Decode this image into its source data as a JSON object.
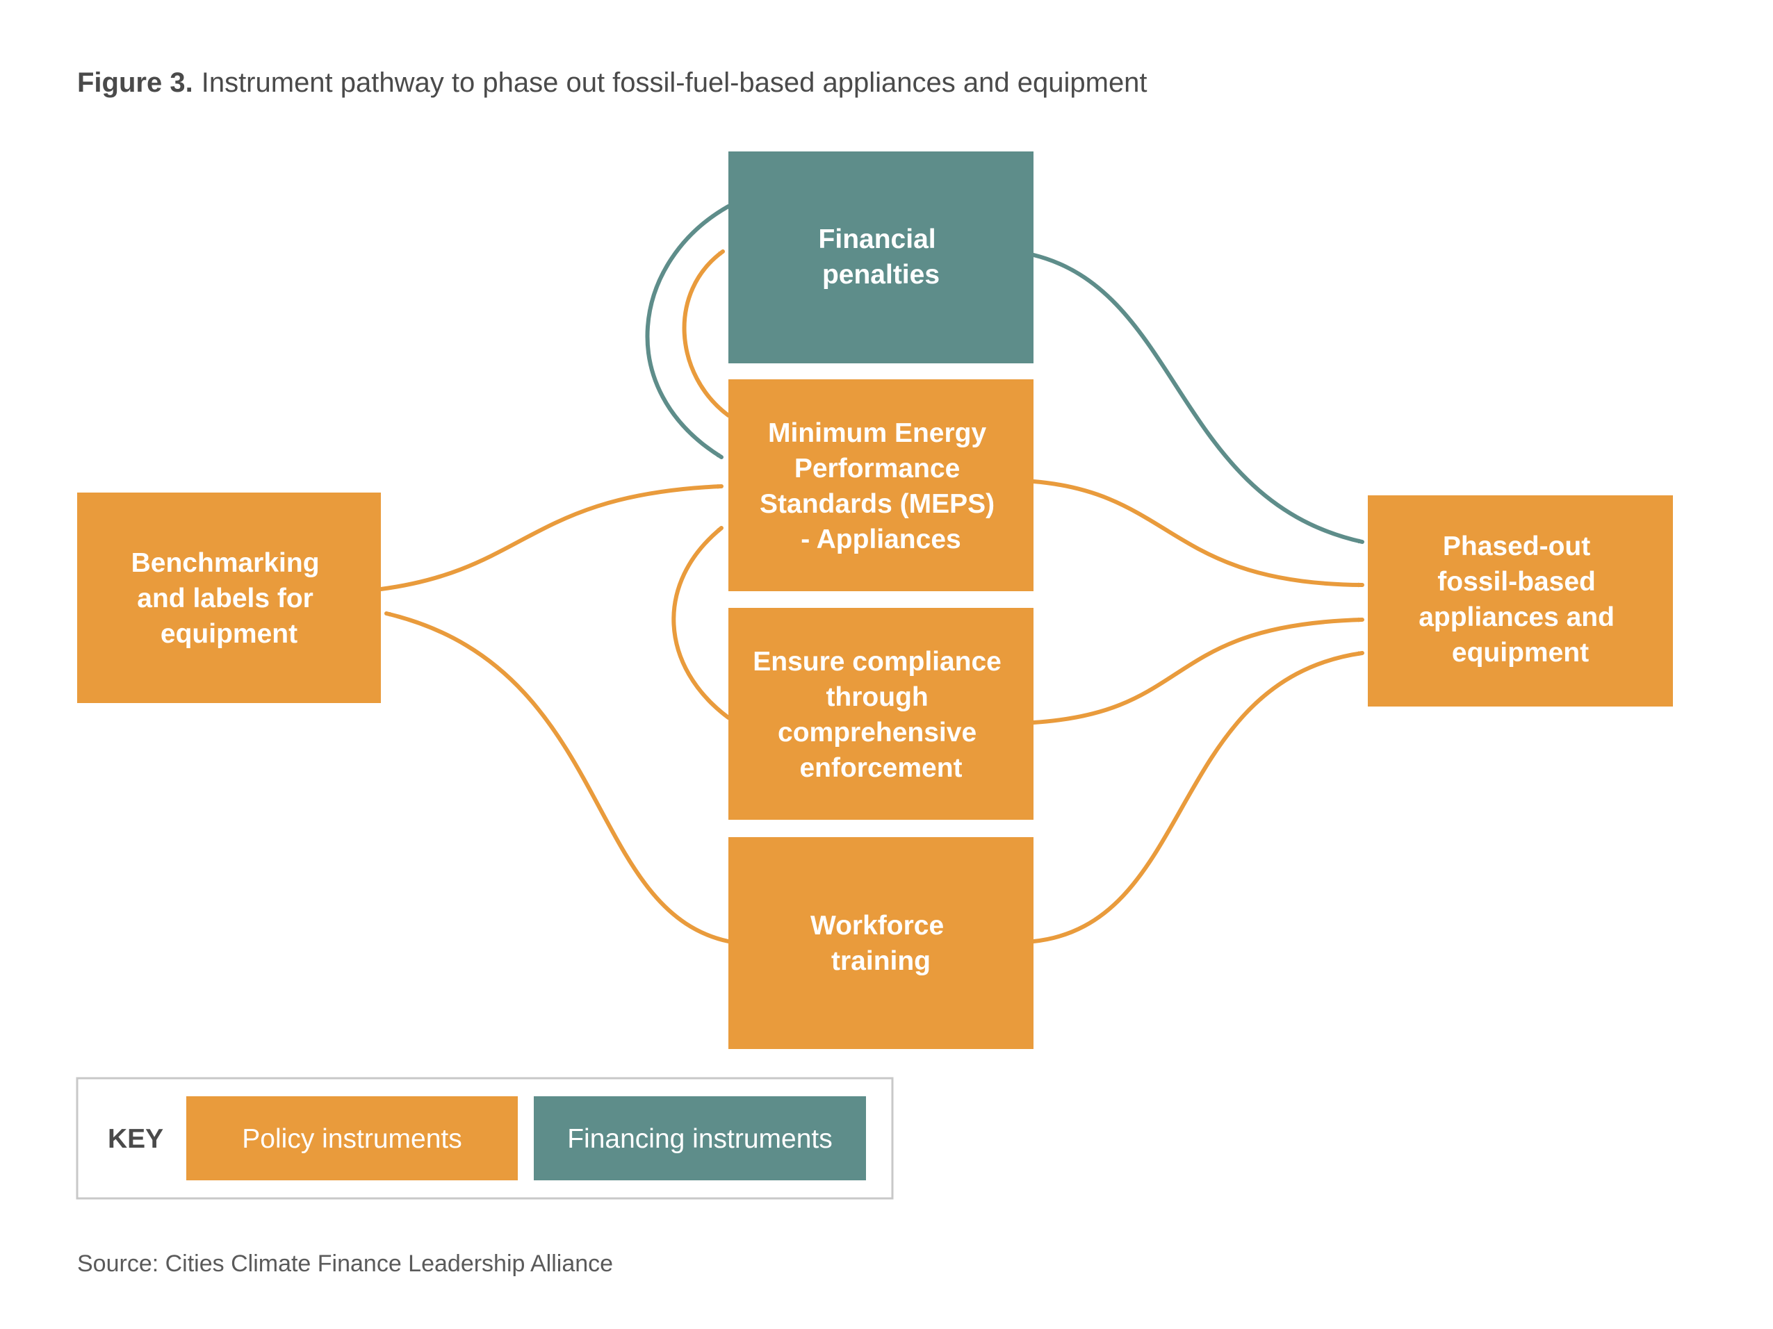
{
  "colors": {
    "policy": "#E99B3C",
    "financing": "#5E8D8A",
    "text_dark": "#4a4a4a",
    "key_border": "#c8c8c8"
  },
  "figure": {
    "label": "Figure 3.",
    "title": "Instrument pathway to phase out fossil-fuel-based appliances and equipment"
  },
  "nodes": {
    "financial": {
      "lines": [
        "Financial",
        "penalties"
      ],
      "type": "financing"
    },
    "meps": {
      "lines": [
        "Minimum Energy",
        "Performance",
        "Standards (MEPS)",
        "- Appliances"
      ],
      "type": "policy"
    },
    "compliance": {
      "lines": [
        "Ensure compliance",
        "through",
        "comprehensive",
        "enforcement"
      ],
      "type": "policy"
    },
    "workforce": {
      "lines": [
        "Workforce",
        "training"
      ],
      "type": "policy"
    },
    "benchmarking": {
      "lines": [
        "Benchmarking",
        "and labels for",
        "equipment"
      ],
      "type": "policy"
    },
    "phased_out": {
      "lines": [
        "Phased-out",
        "fossil-based",
        "appliances and",
        "equipment"
      ],
      "type": "policy"
    }
  },
  "edges": [
    {
      "from": "financial",
      "to": "meps",
      "type": "financing"
    },
    {
      "from": "meps",
      "to": "financial",
      "type": "policy"
    },
    {
      "from": "compliance",
      "to": "meps",
      "type": "policy"
    },
    {
      "from": "benchmarking",
      "to": "meps",
      "type": "policy"
    },
    {
      "from": "workforce",
      "to": "benchmarking",
      "type": "policy"
    },
    {
      "from": "financial",
      "to": "phased_out",
      "type": "financing"
    },
    {
      "from": "meps",
      "to": "phased_out",
      "type": "policy"
    },
    {
      "from": "compliance",
      "to": "phased_out",
      "type": "policy"
    },
    {
      "from": "workforce",
      "to": "phased_out",
      "type": "policy"
    }
  ],
  "key": {
    "label": "KEY",
    "policy": "Policy instruments",
    "financing": "Financing instruments"
  },
  "source": "Source: Cities Climate Finance Leadership Alliance"
}
